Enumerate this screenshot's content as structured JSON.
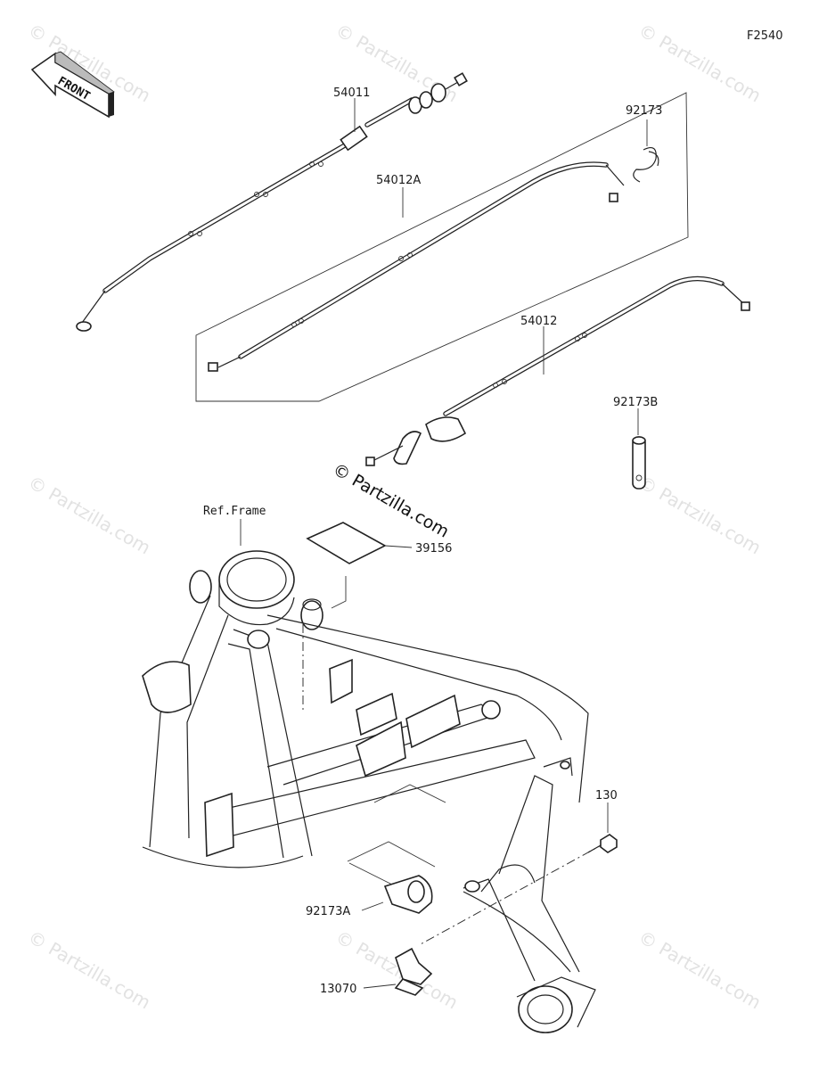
{
  "diagram_code": "F2540",
  "front_label": "FRONT",
  "copyright_text": "© Partzilla.com",
  "watermark_text": "© Partzilla.com",
  "ref_label": "Ref.Frame",
  "parts": [
    {
      "id": "p54011",
      "number": "54011"
    },
    {
      "id": "p54012A",
      "number": "54012A"
    },
    {
      "id": "p92173",
      "number": "92173"
    },
    {
      "id": "p54012",
      "number": "54012"
    },
    {
      "id": "p92173B",
      "number": "92173B"
    },
    {
      "id": "p39156",
      "number": "39156"
    },
    {
      "id": "p130",
      "number": "130"
    },
    {
      "id": "p92173A",
      "number": "92173A"
    },
    {
      "id": "p13070",
      "number": "13070"
    }
  ]
}
